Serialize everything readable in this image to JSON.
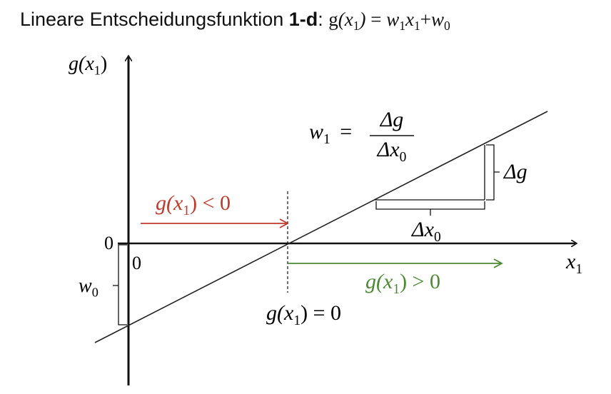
{
  "title": {
    "prefix": "Lineare Entscheidungsfunktion ",
    "bold": "1-d",
    "colon": ": ",
    "formula_g": "g",
    "formula_x": "x",
    "formula_sub1": "1",
    "formula_eq": " = ",
    "formula_w1": "w",
    "formula_x1": "x",
    "formula_plus": "+",
    "formula_w0": "w",
    "formula_sub0": "0"
  },
  "labels": {
    "y_axis": "g(x",
    "y_axis_sub": "1",
    "y_axis_close": ")",
    "x_axis": "x",
    "x_axis_sub": "1",
    "origin_y": "0",
    "origin_x": "0",
    "w0": "w",
    "w0_sub": "0",
    "slope_lhs": "w",
    "slope_lhs_sub": "1",
    "slope_eq": "=",
    "slope_num": "Δg",
    "slope_den": "Δx",
    "slope_den_sub": "0",
    "delta_g": "Δg",
    "delta_x": "Δx",
    "delta_x_sub": "0",
    "neg_region": "g(x",
    "neg_region_sub": "1",
    "neg_region_rest": ") < 0",
    "pos_region": "g(x",
    "pos_region_sub": "1",
    "pos_region_rest": ") > 0",
    "boundary": "g(x",
    "boundary_sub": "1",
    "boundary_rest": ") = 0"
  },
  "colors": {
    "negative": "#c0392b",
    "positive": "#4a8a32",
    "axis": "#111111"
  }
}
